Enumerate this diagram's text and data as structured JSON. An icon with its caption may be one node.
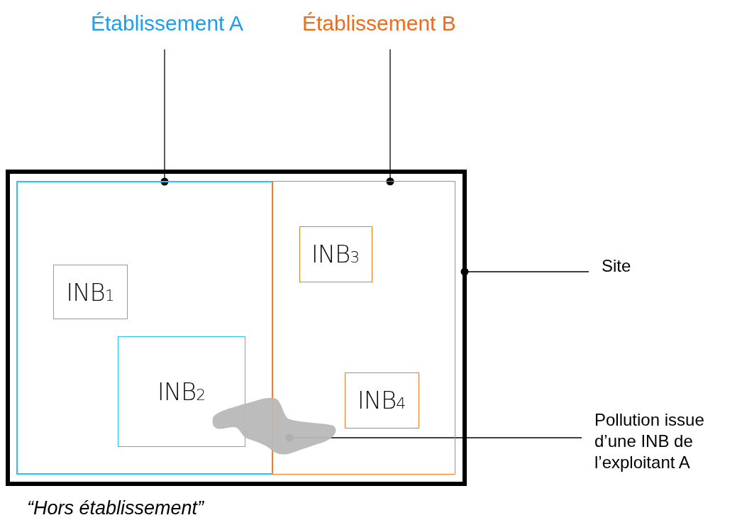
{
  "diagram": {
    "nodes": [
      {
        "text": [
          "Établissement A"
        ]
      },
      {
        "text": [
          "Établissement B"
        ]
      },
      {
        "text": [],
        "shape": "box"
      },
      {
        "text": [],
        "shape": "box",
        "in": 2
      },
      {
        "text": [
          "INB$_{1}$"
        ],
        "in": 3
      },
      {
        "text": [
          "INB$_{2}$"
        ],
        "in": 3
      },
      {
        "text": [],
        "shape": "box",
        "in": 2
      },
      {
        "text": [
          "INB$_{3}$"
        ],
        "in": 6
      },
      {
        "text": [
          "INB$_{4}$"
        ],
        "in": 6
      },
      {
        "text": [],
        "shape": "cloud",
        "in": 2
      },
      {
        "text": [
          "Site"
        ]
      },
      {
        "text": [
          "Pollution issue d’une INB de l’exploitant A"
        ]
      }
    ],
    "edges": [
      {
        "from": 0,
        "to": 3,
        "arrow": "other"
      },
      {
        "from": 1,
        "to": 6,
        "arrow": "other"
      },
      {
        "from": 10,
        "to": 2,
        "arrow": "other"
      },
      {
        "from": 11,
        "to": 9,
        "arrow": "other"
      }
    ],
    "labels": [
      "“Hors établissement”"
    ]
  }
}
